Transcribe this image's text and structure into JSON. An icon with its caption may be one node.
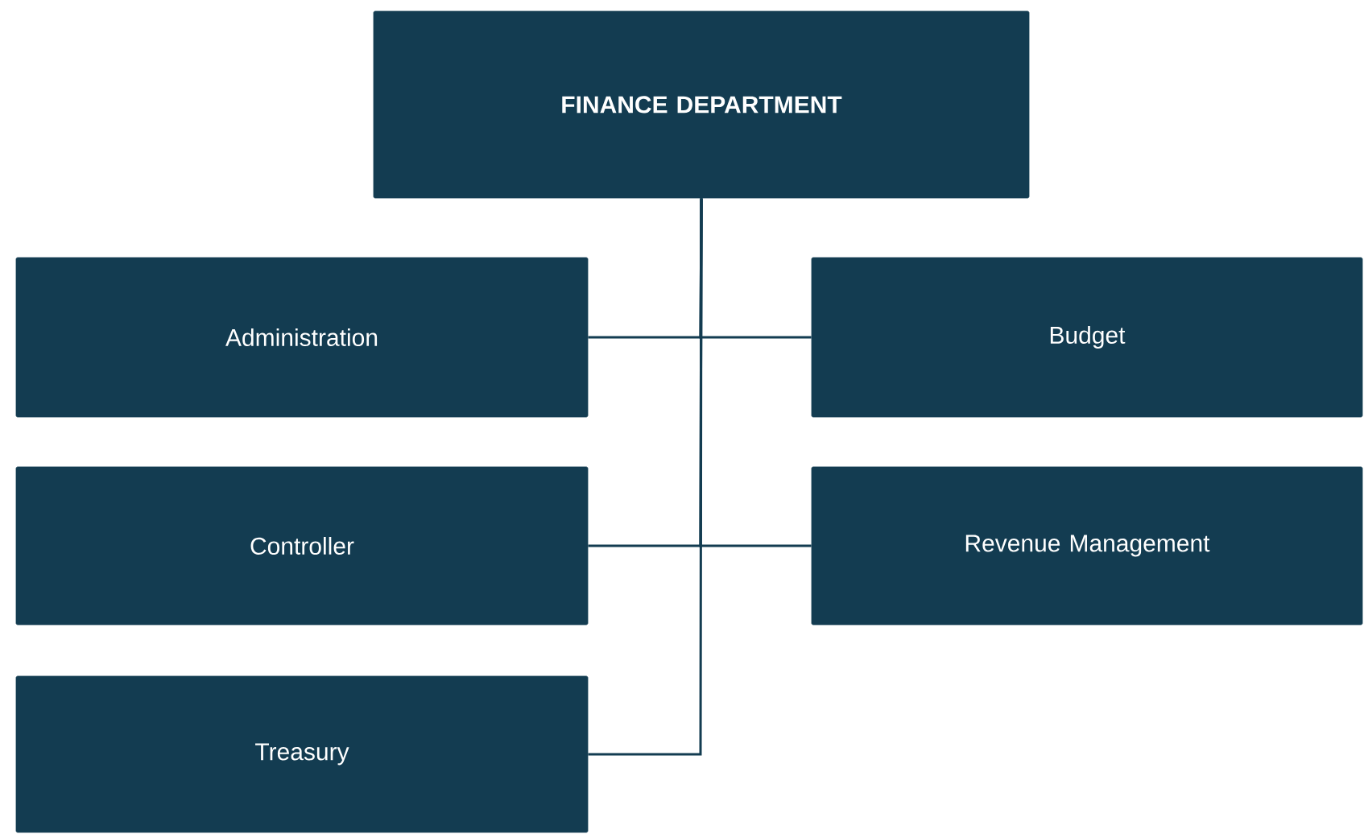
{
  "diagram": {
    "nodes": [
      {
        "text": [
          "FINANCE DEPARTMENT"
        ]
      },
      {
        "text": [
          "Administration"
        ]
      },
      {
        "text": [
          "Controller"
        ]
      },
      {
        "text": [
          "Treasury"
        ]
      },
      {
        "text": [
          "Budget"
        ]
      },
      {
        "text": [
          "Revenue Management"
        ]
      }
    ],
    "edges": [
      {
        "from": 0,
        "to": 1,
        "arrow": "none"
      },
      {
        "from": 0,
        "to": 2,
        "arrow": "none"
      },
      {
        "from": 0,
        "to": 3,
        "arrow": "none"
      },
      {
        "from": 0,
        "to": 4,
        "arrow": "none"
      },
      {
        "from": 0,
        "to": 5,
        "arrow": "none"
      }
    ]
  }
}
